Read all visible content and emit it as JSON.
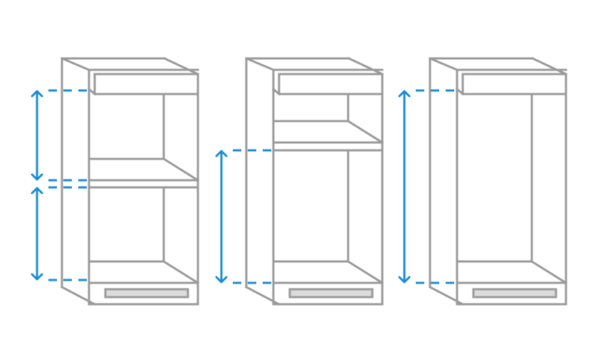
{
  "colors": {
    "outline": "#9a9a9a",
    "dimension": "#1a8cd8",
    "handle_fill": "#dcdcdc",
    "background": "#ffffff"
  },
  "cabinets": [
    {
      "name": "cabinet-two-compartments",
      "compartments": 2
    },
    {
      "name": "cabinet-shelf-and-hanging",
      "compartments": 2
    },
    {
      "name": "cabinet-full-hanging",
      "compartments": 1
    }
  ]
}
